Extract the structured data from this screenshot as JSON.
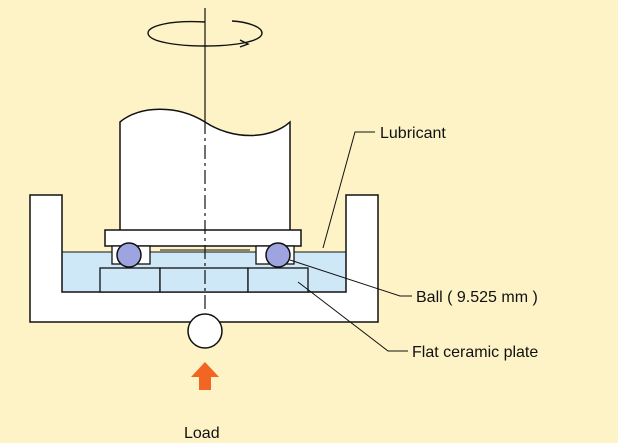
{
  "labels": {
    "lubricant": "Lubricant",
    "ball": "Ball ( 9.525 mm )",
    "plate": "Flat ceramic plate",
    "load": "Load"
  },
  "colors": {
    "background": "#fdf3c6",
    "lubricant": "#cfe8f7",
    "ball": "#9ea4e0",
    "arrow": "#f26522",
    "stroke": "#111111"
  }
}
